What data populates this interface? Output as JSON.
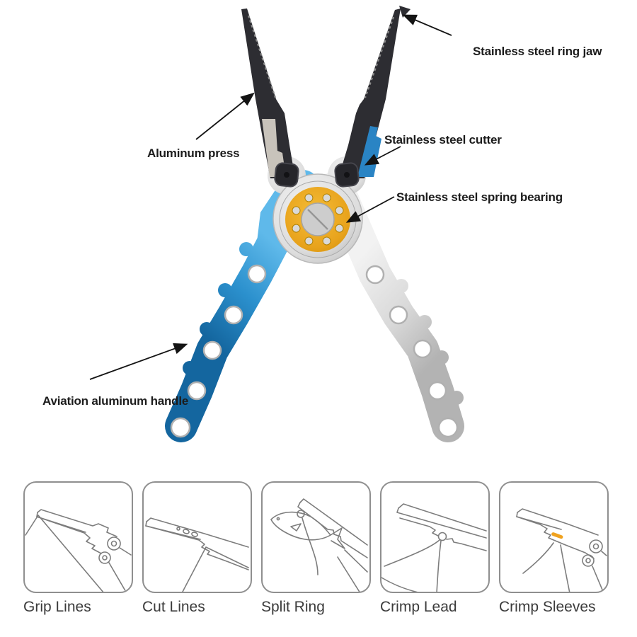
{
  "product": {
    "name": "aluminum fishing pliers",
    "colors": {
      "handle_blue": "#2f96d2",
      "handle_silver": "#d6d6d6",
      "jaw_black": "#2d2d32",
      "bearing_gold": "#e8a31c",
      "press_silver": "#c8c3bb",
      "crimp_sleeve_orange": "#f0a21e",
      "annotation_text": "#1c1c1c",
      "caption_text": "#3b3b3b",
      "thumb_border": "#8f8f8f"
    }
  },
  "annotations": [
    {
      "label": "Stainless steel ring jaw"
    },
    {
      "label": "Aluminum press"
    },
    {
      "label": "Stainless steel cutter"
    },
    {
      "label": "Stainless steel spring bearing"
    },
    {
      "label": "Aviation aluminum handle"
    }
  ],
  "features": [
    {
      "label": "Grip Lines"
    },
    {
      "label": "Cut Lines"
    },
    {
      "label": "Split Ring"
    },
    {
      "label": "Crimp Lead"
    },
    {
      "label": "Crimp Sleeves"
    }
  ]
}
